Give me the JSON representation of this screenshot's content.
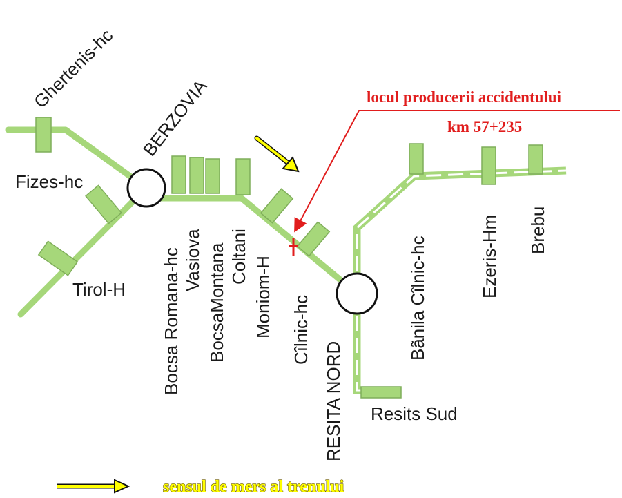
{
  "map": {
    "stations": {
      "berzovia": "BERZOVIA",
      "resita_nord": "RESITA NORD"
    },
    "halts": {
      "ghertenis": "Ghertenis-hc",
      "fizes": "Fizes-hc",
      "tirol": "Tirol-H",
      "bocsa_romana": "Bocsa Romana-hc",
      "vasiova": "Vasiova",
      "bocsa_montana": "BocsaMontana",
      "coltani": "Coltani",
      "moniom": "Moniom-H",
      "cilnic": "Cîlnic-hc",
      "banila_cilnic": "Bãnila Cîlnic-hc",
      "ezeris": "Ezeris-Hm",
      "brebu": "Brebu",
      "resita_sud": "Resits Sud"
    },
    "accident": {
      "title": "locul producerii accidentului",
      "km": "km 57+235"
    },
    "legend": {
      "direction_text": "sensul de mers al trenului"
    },
    "colors": {
      "track": "#a6d77a",
      "accident": "#e11d1d",
      "arrow": "#ffff00"
    }
  }
}
